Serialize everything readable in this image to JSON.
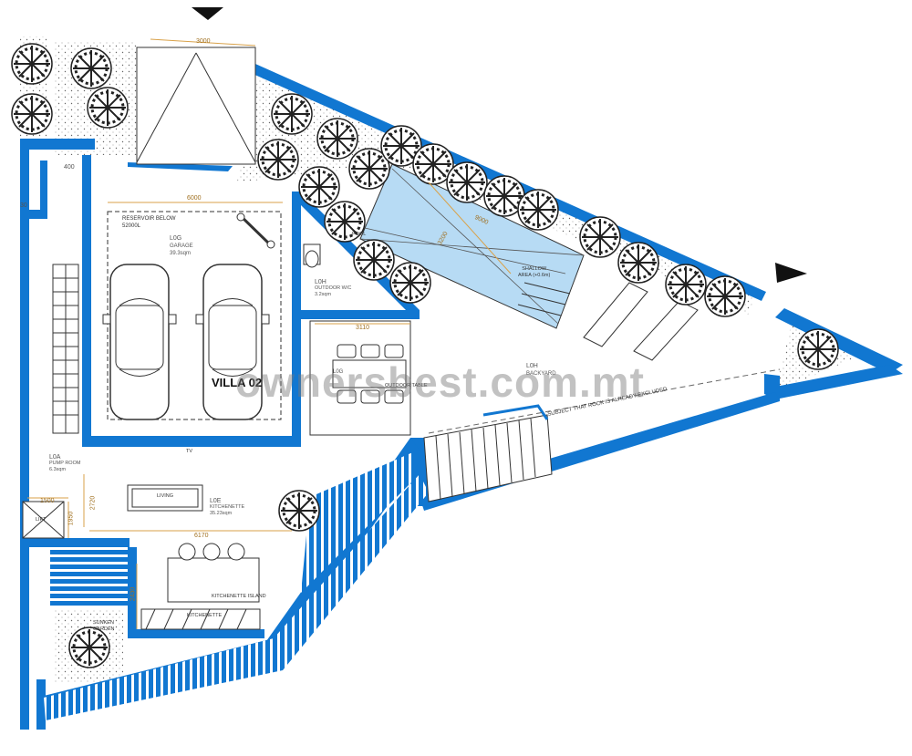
{
  "villa": "VILLA 02",
  "watermark": "ownersbest.com.mt",
  "rooms": {
    "garage": {
      "code": "L0G",
      "name": "GARAGE",
      "area": "39.3sqm"
    },
    "reservoir": {
      "line1": "RESERVOIR BELOW",
      "line2": "52000L"
    },
    "outdoor_wc": {
      "code": "L0H",
      "name": "OUTDOOR W/C",
      "area": "3.2sqm"
    },
    "pump_room": {
      "code": "L0A",
      "name": "PUMP ROOM",
      "area": "6.3sqm"
    },
    "kitchenette": {
      "code": "L0E",
      "name": "KITCHENETTE",
      "area": "35.23sqm"
    },
    "outdoor_table": "OUTDOOR TABLE",
    "outdoor_code": "L0G",
    "back_yard": {
      "code": "L0H",
      "name": "BACKYARD"
    },
    "living": "LIVING",
    "tv": "TV",
    "kitchenette_island": "KITCHENETTE ISLAND",
    "kitchenette_label": "KITCHENETTE",
    "sunken_garden": {
      "line1": "SUNKEN",
      "line2": "GARDEN"
    },
    "shallow_area": {
      "line1": "SHALLOW",
      "line2": "AREA (+0.6m)"
    },
    "pool": "POOL",
    "lift": "LIFT",
    "rock_note": "SUBJECT THAT ROCK IS ALREADY EXCLUDED"
  },
  "dimensions": {
    "top_gate": "3000",
    "garage_width": "6000",
    "pool_length": "9000",
    "pool_width": "3200",
    "kitchen_width": "6170",
    "outdoor_table_width": "3110",
    "lift_width": "1500",
    "kitchen_depth": "2720",
    "island_depth": "2430",
    "lift_depth": "1950",
    "side_left": "400",
    "side_left2": "30"
  },
  "colors": {
    "wall": "#1177d1",
    "pool": "#b7dbf4",
    "hatch": "#444444"
  }
}
